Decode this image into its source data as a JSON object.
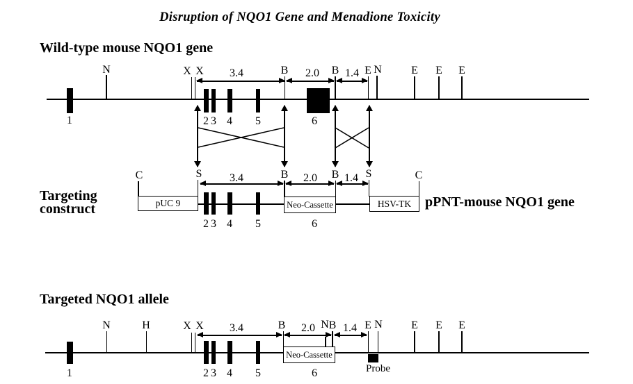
{
  "title": "Disruption of NQO1 Gene and Menadione Toxicity",
  "colors": {
    "ink": "#000000",
    "background": "#ffffff"
  },
  "wildtype": {
    "heading": "Wild-type mouse NQO1 gene",
    "sites": [
      "N",
      "X",
      "X",
      "B",
      "B",
      "E",
      "N",
      "E",
      "E",
      "E"
    ],
    "distances": [
      "3.4",
      "2.0",
      "1.4"
    ],
    "exons": [
      "1",
      "2",
      "3",
      "4",
      "5",
      "6"
    ]
  },
  "construct": {
    "heading_line1": "Targeting",
    "heading_line2": "construct",
    "sites": [
      "C",
      "S",
      "B",
      "B",
      "S",
      "C"
    ],
    "distances": [
      "3.4",
      "2.0",
      "1.4"
    ],
    "exons": [
      "2",
      "3",
      "4",
      "5",
      "6"
    ],
    "boxes": {
      "puc9": "pUC 9",
      "neo": "Neo-Cassette",
      "hsvtk": "HSV-TK"
    },
    "right_label": "pPNT-mouse NQO1 gene"
  },
  "targeted": {
    "heading": "Targeted NQO1 allele",
    "sites": [
      "N",
      "H",
      "X",
      "X",
      "B",
      "N",
      "B",
      "E",
      "N",
      "E",
      "E",
      "E"
    ],
    "distances": [
      "3.4",
      "2.0",
      "1.4"
    ],
    "exons": [
      "1",
      "2",
      "3",
      "4",
      "5",
      "6"
    ],
    "neo_box": "Neo-Cassette",
    "probe": "Probe"
  }
}
